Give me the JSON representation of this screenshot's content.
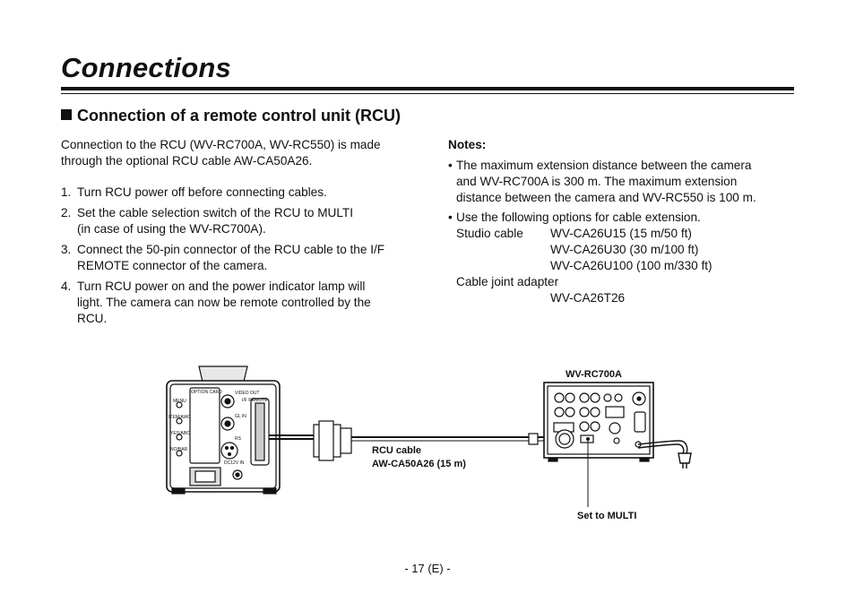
{
  "page": {
    "title": "Connections",
    "section_heading": "Connection of a remote control unit (RCU)",
    "page_number": "- 17 (E) -"
  },
  "left_column": {
    "intro_line1": "Connection to the RCU (WV-RC700A, WV-RC550) is made",
    "intro_line2": "through the optional RCU cable AW-CA50A26.",
    "steps": [
      {
        "num": "1.",
        "lines": [
          "Turn RCU power off before connecting cables."
        ]
      },
      {
        "num": "2.",
        "lines": [
          "Set the cable selection switch of the RCU to MULTI",
          "(in case of using the WV-RC700A)."
        ]
      },
      {
        "num": "3.",
        "lines": [
          "Connect the 50-pin connector of the RCU cable to the I/F",
          "REMOTE connector of the camera."
        ]
      },
      {
        "num": "4.",
        "lines": [
          "Turn RCU power on and the power indicator lamp will",
          "light. The camera can now be remote controlled by the",
          "RCU."
        ]
      }
    ]
  },
  "right_column": {
    "notes_heading": "Notes:",
    "note1_lines": [
      "The maximum extension distance between the camera",
      "and WV-RC700A is 300 m. The maximum extension",
      "distance between the camera and WV-RC550 is 100 m."
    ],
    "note2_intro": "Use the following options for cable extension.",
    "studio_cable_label": "Studio cable",
    "studio_cable_options": [
      "WV-CA26U15 (15 m/50 ft)",
      "WV-CA26U30 (30 m/100 ft)",
      "WV-CA26U100 (100 m/330 ft)"
    ],
    "joint_label": "Cable joint adapter",
    "joint_option": "WV-CA26T26",
    "bullet": "•"
  },
  "diagram": {
    "rcu_model": "WV-RC700A",
    "cable_label_1": "RCU cable",
    "cable_label_2": "AW-CA50A26 (15 m)",
    "switch_label": "Set to MULTI",
    "camera_panel_labels": {
      "option_card": "OPTION CARD",
      "video_out": "VIDEO OUT",
      "if_remote": "I/F REMOTE",
      "gl_in": "GL IN",
      "rs": "RS",
      "dc12v_in": "DC12V IN",
      "menu": "MENU",
      "item_awc": "ITEM/AWC",
      "yes_abc": "YES/ABC",
      "no_bar": "NO/BAR"
    }
  }
}
